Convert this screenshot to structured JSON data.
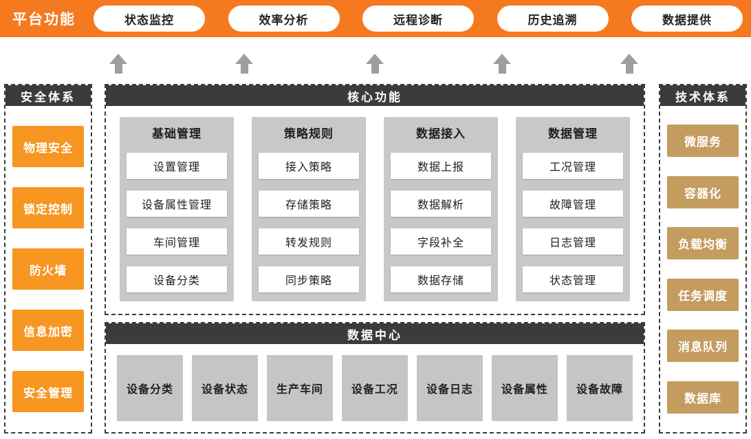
{
  "top_bar": {
    "label": "平台功能",
    "pills": [
      "状态监控",
      "效率分析",
      "远程诊断",
      "历史追溯",
      "数据提供"
    ]
  },
  "left_panel": {
    "title": "安全体系",
    "items": [
      "物理安全",
      "锁定控制",
      "防火墙",
      "信息加密",
      "安全管理"
    ]
  },
  "core": {
    "title": "核心功能",
    "columns": [
      {
        "header": "基础管理",
        "items": [
          "设置管理",
          "设备属性管理",
          "车间管理",
          "设备分类"
        ]
      },
      {
        "header": "策略规则",
        "items": [
          "接入策略",
          "存储策略",
          "转发规则",
          "同步策略"
        ]
      },
      {
        "header": "数据接入",
        "items": [
          "数据上报",
          "数据解析",
          "字段补全",
          "数据存储"
        ]
      },
      {
        "header": "数据管理",
        "items": [
          "工况管理",
          "故障管理",
          "日志管理",
          "状态管理"
        ]
      }
    ]
  },
  "data_center": {
    "title": "数据中心",
    "items": [
      "设备分类",
      "设备状态",
      "生产车间",
      "设备工况",
      "设备日志",
      "设备属性",
      "设备故障"
    ]
  },
  "right_panel": {
    "title": "技术体系",
    "items": [
      "微服务",
      "容器化",
      "负载均衡",
      "任务调度",
      "消息队列",
      "数据库"
    ]
  },
  "colors": {
    "top_bar_orange": "#F5791F",
    "security_box_orange": "#F79620",
    "tech_box_tan": "#C49C5F",
    "header_dark": "#3B3B3B",
    "column_gray": "#C8C8C8",
    "data_box_gray": "#C5C5C5",
    "arrow_gray": "#9E9E9E"
  }
}
